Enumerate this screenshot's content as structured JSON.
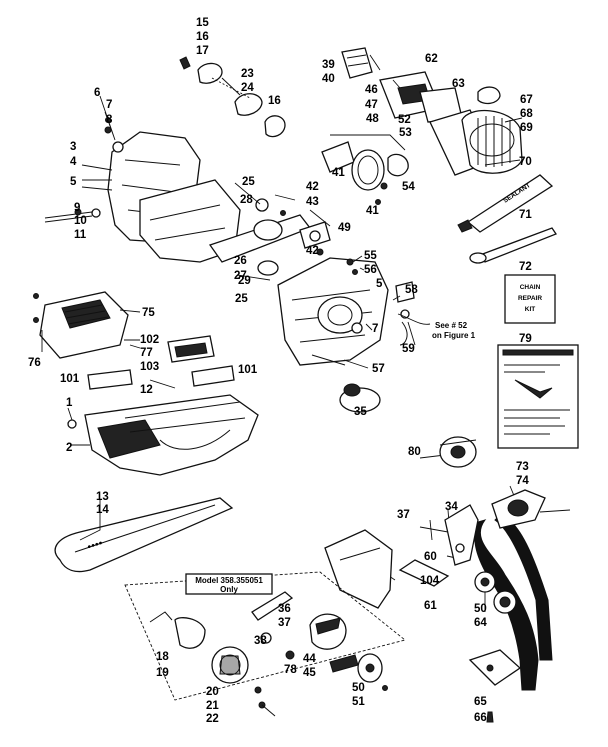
{
  "callouts": [
    {
      "id": "c15",
      "text": "15"
    },
    {
      "id": "c16a",
      "text": "16"
    },
    {
      "id": "c17",
      "text": "17"
    },
    {
      "id": "c23",
      "text": "23"
    },
    {
      "id": "c24",
      "text": "24"
    },
    {
      "id": "c16b",
      "text": "16"
    },
    {
      "id": "c6",
      "text": "6"
    },
    {
      "id": "c7a",
      "text": "7"
    },
    {
      "id": "c8",
      "text": "8"
    },
    {
      "id": "c3",
      "text": "3"
    },
    {
      "id": "c4",
      "text": "4"
    },
    {
      "id": "c5a",
      "text": "5"
    },
    {
      "id": "c9",
      "text": "9"
    },
    {
      "id": "c10",
      "text": "10"
    },
    {
      "id": "c11",
      "text": "11"
    },
    {
      "id": "c25a",
      "text": "25"
    },
    {
      "id": "c28",
      "text": "28"
    },
    {
      "id": "c42a",
      "text": "42"
    },
    {
      "id": "c43",
      "text": "43"
    },
    {
      "id": "c49",
      "text": "49"
    },
    {
      "id": "c42b",
      "text": "42"
    },
    {
      "id": "c26",
      "text": "26"
    },
    {
      "id": "c27",
      "text": "27"
    },
    {
      "id": "c29",
      "text": "29"
    },
    {
      "id": "c25b",
      "text": "25"
    },
    {
      "id": "c39",
      "text": "39"
    },
    {
      "id": "c40",
      "text": "40"
    },
    {
      "id": "c62",
      "text": "62"
    },
    {
      "id": "c63",
      "text": "63"
    },
    {
      "id": "c46",
      "text": "46"
    },
    {
      "id": "c47",
      "text": "47"
    },
    {
      "id": "c48",
      "text": "48"
    },
    {
      "id": "c52a",
      "text": "52"
    },
    {
      "id": "c53",
      "text": "53"
    },
    {
      "id": "c67",
      "text": "67"
    },
    {
      "id": "c68",
      "text": "68"
    },
    {
      "id": "c69",
      "text": "69"
    },
    {
      "id": "c41a",
      "text": "41"
    },
    {
      "id": "c54",
      "text": "54"
    },
    {
      "id": "c41b",
      "text": "41"
    },
    {
      "id": "c70",
      "text": "70"
    },
    {
      "id": "c71",
      "text": "71"
    },
    {
      "id": "c72",
      "text": "72"
    },
    {
      "id": "c55",
      "text": "55"
    },
    {
      "id": "c56",
      "text": "56"
    },
    {
      "id": "c5b",
      "text": "5"
    },
    {
      "id": "c58",
      "text": "58"
    },
    {
      "id": "c7b",
      "text": "7"
    },
    {
      "id": "c59",
      "text": "59"
    },
    {
      "id": "c57",
      "text": "57"
    },
    {
      "id": "c35",
      "text": "35"
    },
    {
      "id": "c75",
      "text": "75"
    },
    {
      "id": "c102",
      "text": "102"
    },
    {
      "id": "c77",
      "text": "77"
    },
    {
      "id": "c103",
      "text": "103"
    },
    {
      "id": "c76",
      "text": "76"
    },
    {
      "id": "c101a",
      "text": "101"
    },
    {
      "id": "c101b",
      "text": "101"
    },
    {
      "id": "c12",
      "text": "12"
    },
    {
      "id": "c1",
      "text": "1"
    },
    {
      "id": "c2",
      "text": "2"
    },
    {
      "id": "c79",
      "text": "79"
    },
    {
      "id": "c80",
      "text": "80"
    },
    {
      "id": "c13",
      "text": "13"
    },
    {
      "id": "c14",
      "text": "14"
    },
    {
      "id": "c73",
      "text": "73"
    },
    {
      "id": "c74",
      "text": "74"
    },
    {
      "id": "c37a",
      "text": "37"
    },
    {
      "id": "c34",
      "text": "34"
    },
    {
      "id": "c60",
      "text": "60"
    },
    {
      "id": "c104",
      "text": "104"
    },
    {
      "id": "c61",
      "text": "61"
    },
    {
      "id": "c50a",
      "text": "50"
    },
    {
      "id": "c64",
      "text": "64"
    },
    {
      "id": "c36",
      "text": "36"
    },
    {
      "id": "c37b",
      "text": "37"
    },
    {
      "id": "c38",
      "text": "38"
    },
    {
      "id": "c18",
      "text": "18"
    },
    {
      "id": "c19",
      "text": "19"
    },
    {
      "id": "c44",
      "text": "44"
    },
    {
      "id": "c45",
      "text": "45"
    },
    {
      "id": "c78",
      "text": "78"
    },
    {
      "id": "c50b",
      "text": "50"
    },
    {
      "id": "c51",
      "text": "51"
    },
    {
      "id": "c20",
      "text": "20"
    },
    {
      "id": "c21",
      "text": "21"
    },
    {
      "id": "c22",
      "text": "22"
    },
    {
      "id": "c65",
      "text": "65"
    },
    {
      "id": "c66",
      "text": "66"
    }
  ],
  "notes": {
    "see_line1": "See # 52",
    "see_line2": "on Figure 1",
    "model_line1": "Model 358.355051",
    "model_line2": "Only"
  },
  "labels": {
    "sealant": "SEALANT",
    "kit_line1": "CHAIN",
    "kit_line2": "REPAIR",
    "kit_line3": "KIT"
  }
}
